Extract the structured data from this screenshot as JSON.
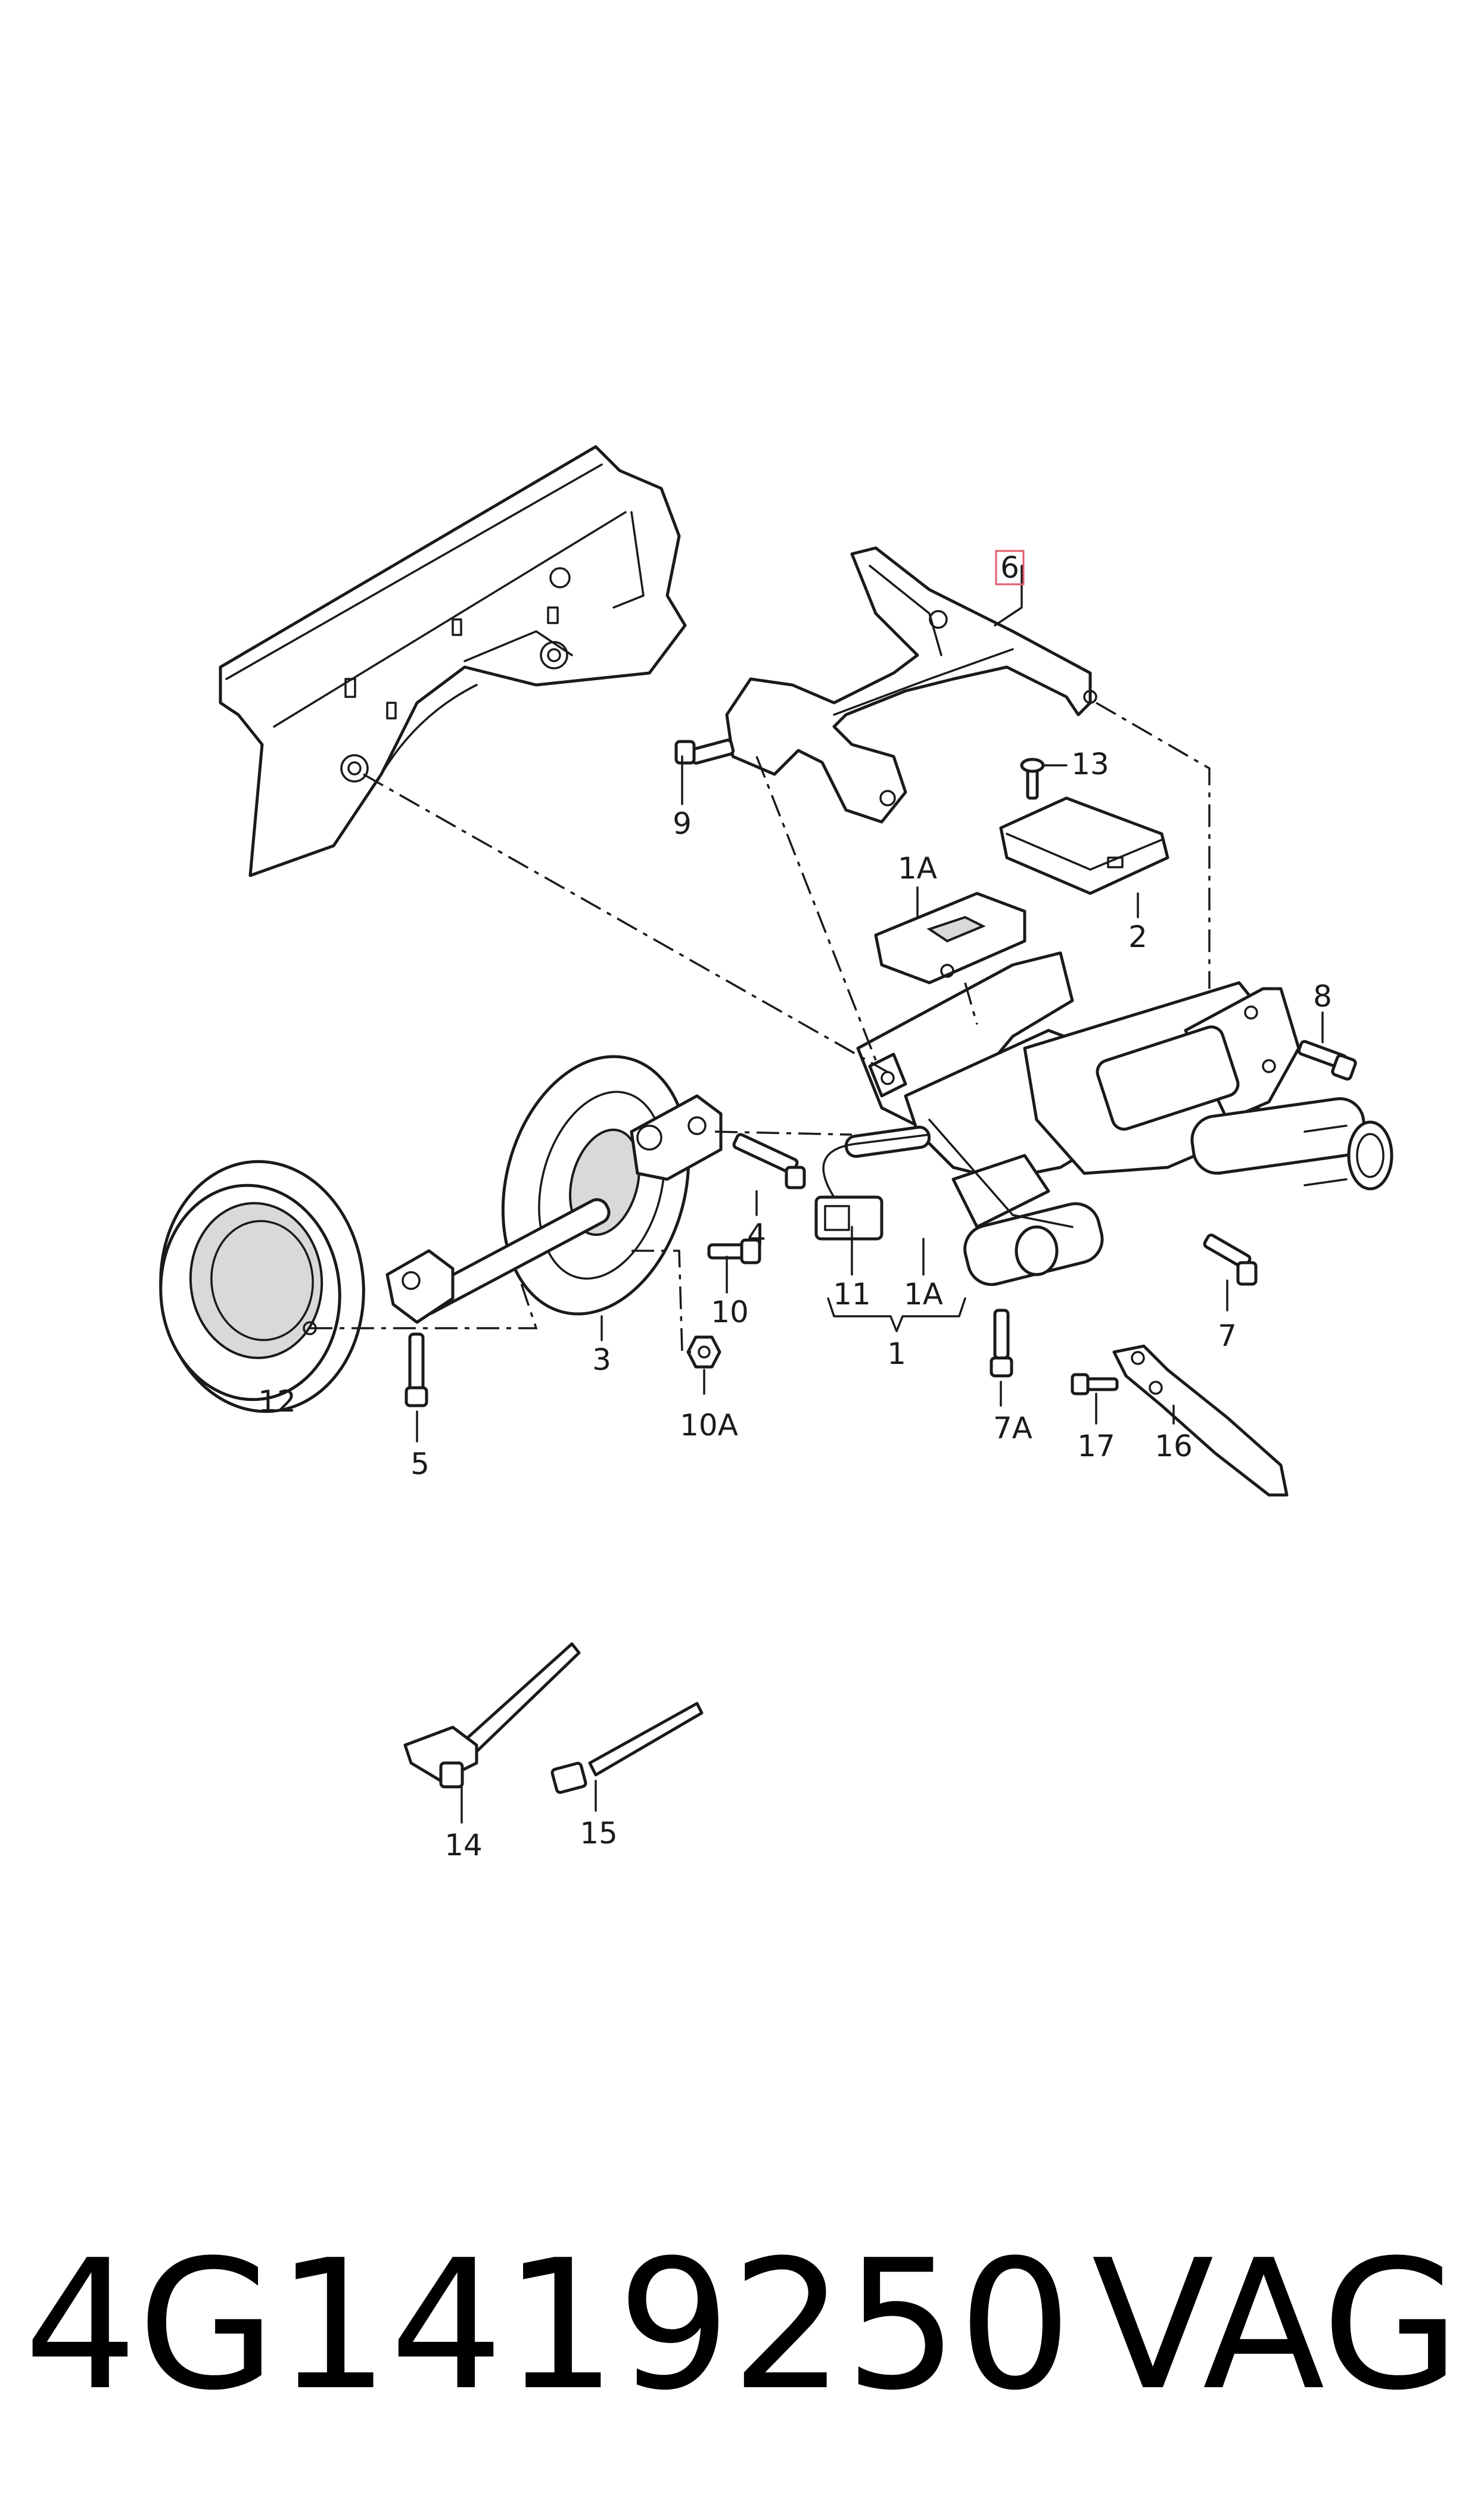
{
  "diagram": {
    "callouts": {
      "c1": "1",
      "c1a_top": "1A",
      "c1a_bottom": "1A",
      "c2": "2",
      "c3": "3",
      "c4": "4",
      "c5": "5",
      "c6": "6",
      "c7": "7",
      "c7a": "7A",
      "c8": "8",
      "c9": "9",
      "c10": "10",
      "c10a": "10A",
      "c11": "11",
      "c12": "12",
      "c13": "13",
      "c14": "14",
      "c15": "15",
      "c16": "16",
      "c17": "17"
    },
    "highlighted_callout": "6",
    "highlight_color": "#e05a6a"
  },
  "footer": {
    "part_number": "4G1419250",
    "brand": "VAG"
  }
}
